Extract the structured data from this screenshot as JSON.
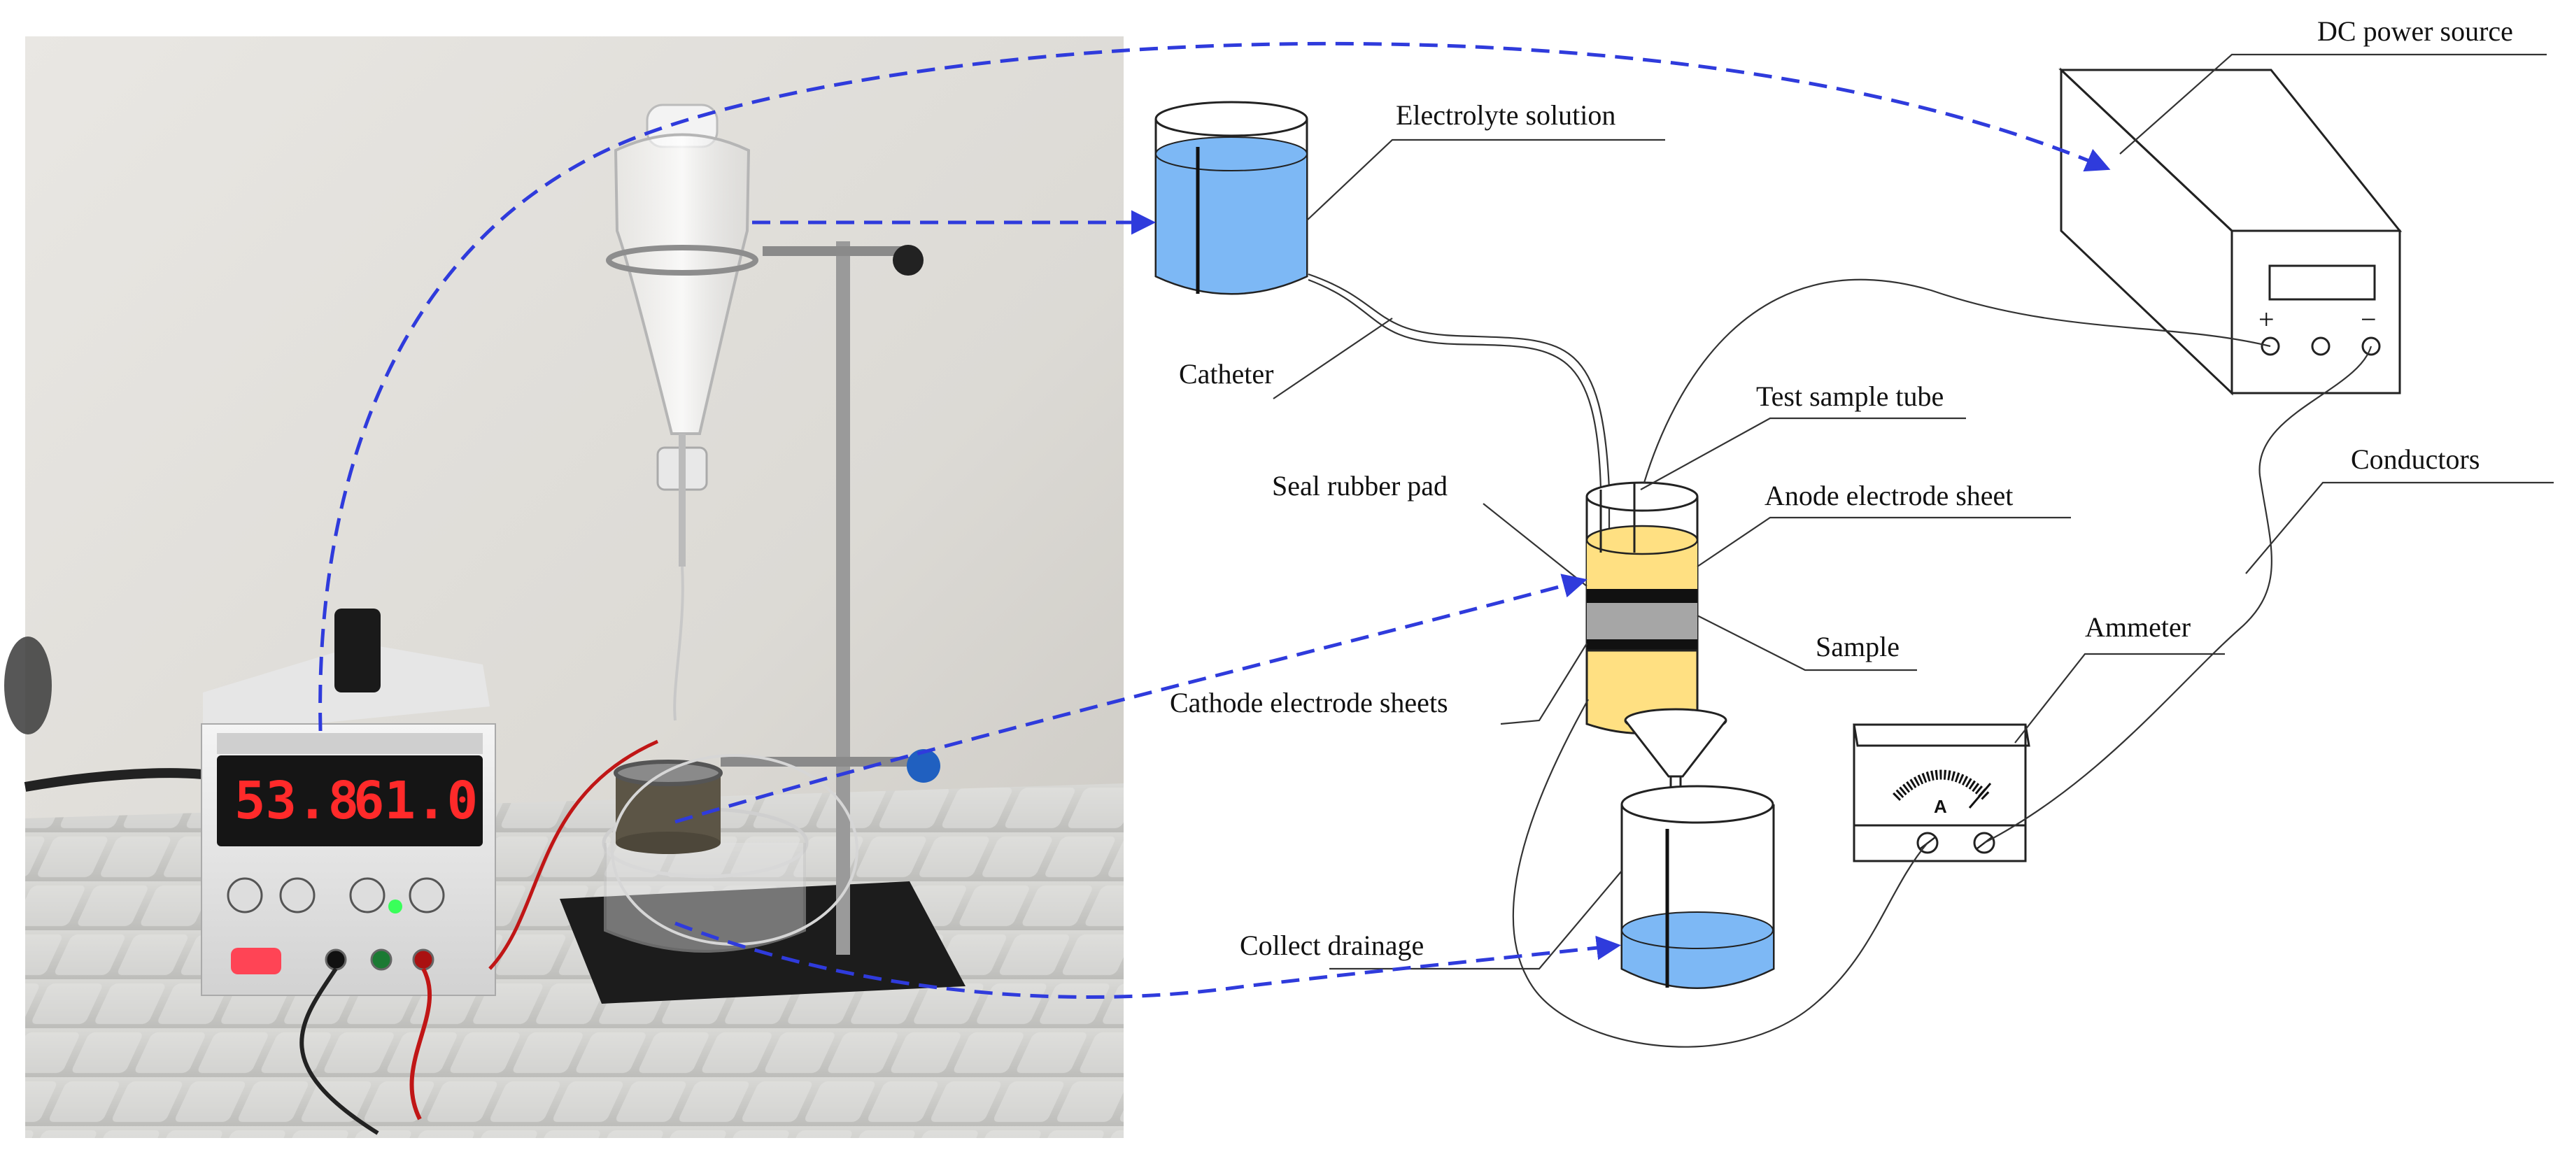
{
  "labels": {
    "dc_power_source": "DC power source",
    "electrolyte_solution": "Electrolyte solution",
    "catheter": "Catheter",
    "test_sample_tube": "Test sample tube",
    "seal_rubber_pad": "Seal rubber pad",
    "anode_electrode_sheet": "Anode electrode sheet",
    "conductors": "Conductors",
    "sample": "Sample",
    "ammeter": "Ammeter",
    "cathode_electrode_sheets": "Cathode electrode sheets",
    "collect_drainage": "Collect drainage"
  },
  "terminals": {
    "plus": "+",
    "minus": "−"
  },
  "ammeter_face": "A",
  "power_supply_display": {
    "voltage": "53.8",
    "current": "61.0"
  },
  "colors": {
    "arrow": "#2f3bdc",
    "liquid": "#7db8f5",
    "sample_yellow": "#ffe082",
    "pad_gray": "#a6a6a6"
  }
}
